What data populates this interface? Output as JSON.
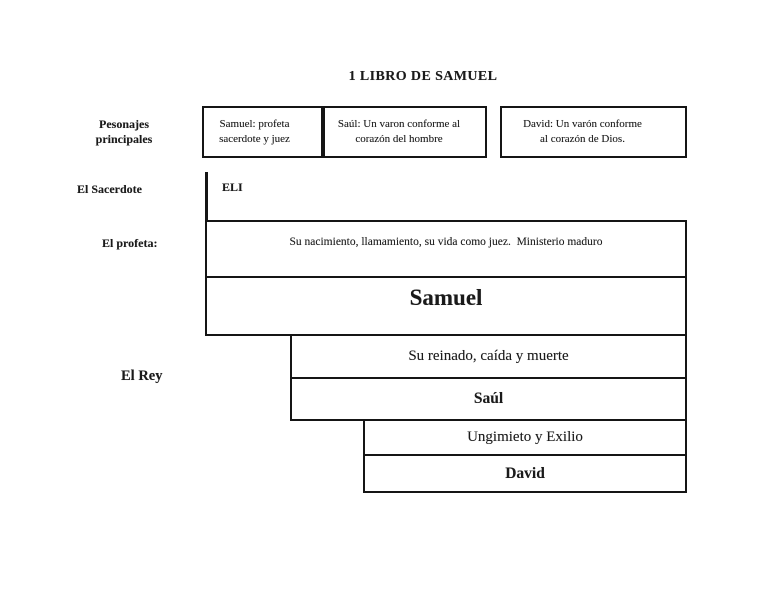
{
  "page": {
    "title": "1 LIBRO DE SAMUEL"
  },
  "row_labels": {
    "personajes": {
      "line1": "Pesonajes",
      "line2": "principales"
    },
    "sacerdote": "El Sacerdote",
    "profeta": "El profeta:",
    "rey": "El Rey"
  },
  "personajes_cells": [
    {
      "line1": "Samuel: profeta",
      "line2": "sacerdote y juez"
    },
    {
      "line1": "Saúl: Un varon conforme al",
      "line2": "corazón del hombre"
    },
    {
      "line1": "David: Un varón conforme",
      "line2": "al corazón de Dios."
    }
  ],
  "sacerdote_row": {
    "priest_name": "ELI"
  },
  "profeta_row": {
    "description": "Su nacimiento, llamamiento, su vida como juez.  Ministerio maduro",
    "prophet_name": "Samuel"
  },
  "rey_row": {
    "saul": {
      "description": "Su reinado, caída y muerte",
      "name": "Saúl"
    },
    "david": {
      "description": "Ungimieto y Exilio",
      "name": "David"
    }
  },
  "colors": {
    "ink": "#1a1a1a",
    "line": "#151515",
    "background": "#ffffff"
  }
}
